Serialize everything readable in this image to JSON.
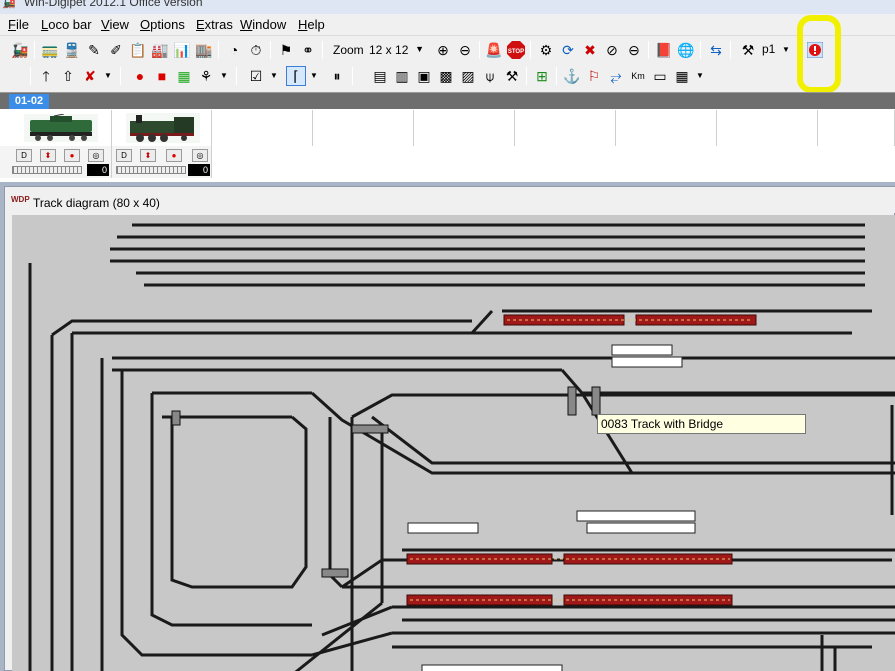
{
  "window": {
    "title": "Win-Digipet 2012.1 Office version"
  },
  "menu": [
    {
      "label": "File",
      "accel": "F"
    },
    {
      "label": "Loco bar",
      "accel": "L"
    },
    {
      "label": "View",
      "accel": "V"
    },
    {
      "label": "Options",
      "accel": "O"
    },
    {
      "label": "Extras",
      "accel": "E"
    },
    {
      "label": "Window",
      "accel": "W"
    },
    {
      "label": "Help",
      "accel": "H"
    }
  ],
  "toolbar": {
    "zoom_label": "Zoom",
    "zoom_value": "12 x 12",
    "profile_label": "p1",
    "stop_label": "STOP"
  },
  "loco_bar": {
    "tab_label": "01-02",
    "locos": [
      {
        "name": "electric-locomotive",
        "speed": "0"
      },
      {
        "name": "steam-locomotive",
        "speed": "0"
      }
    ]
  },
  "track_window": {
    "title": "Track diagram (80 x 40)",
    "tooltip": "0083 Track with Bridge"
  },
  "colors": {
    "highlight": "#f0f000",
    "tab_active": "#3c8de8",
    "train_red": "#a01818",
    "track": "#1a1a1a",
    "canvas": "#c8c8c8"
  }
}
